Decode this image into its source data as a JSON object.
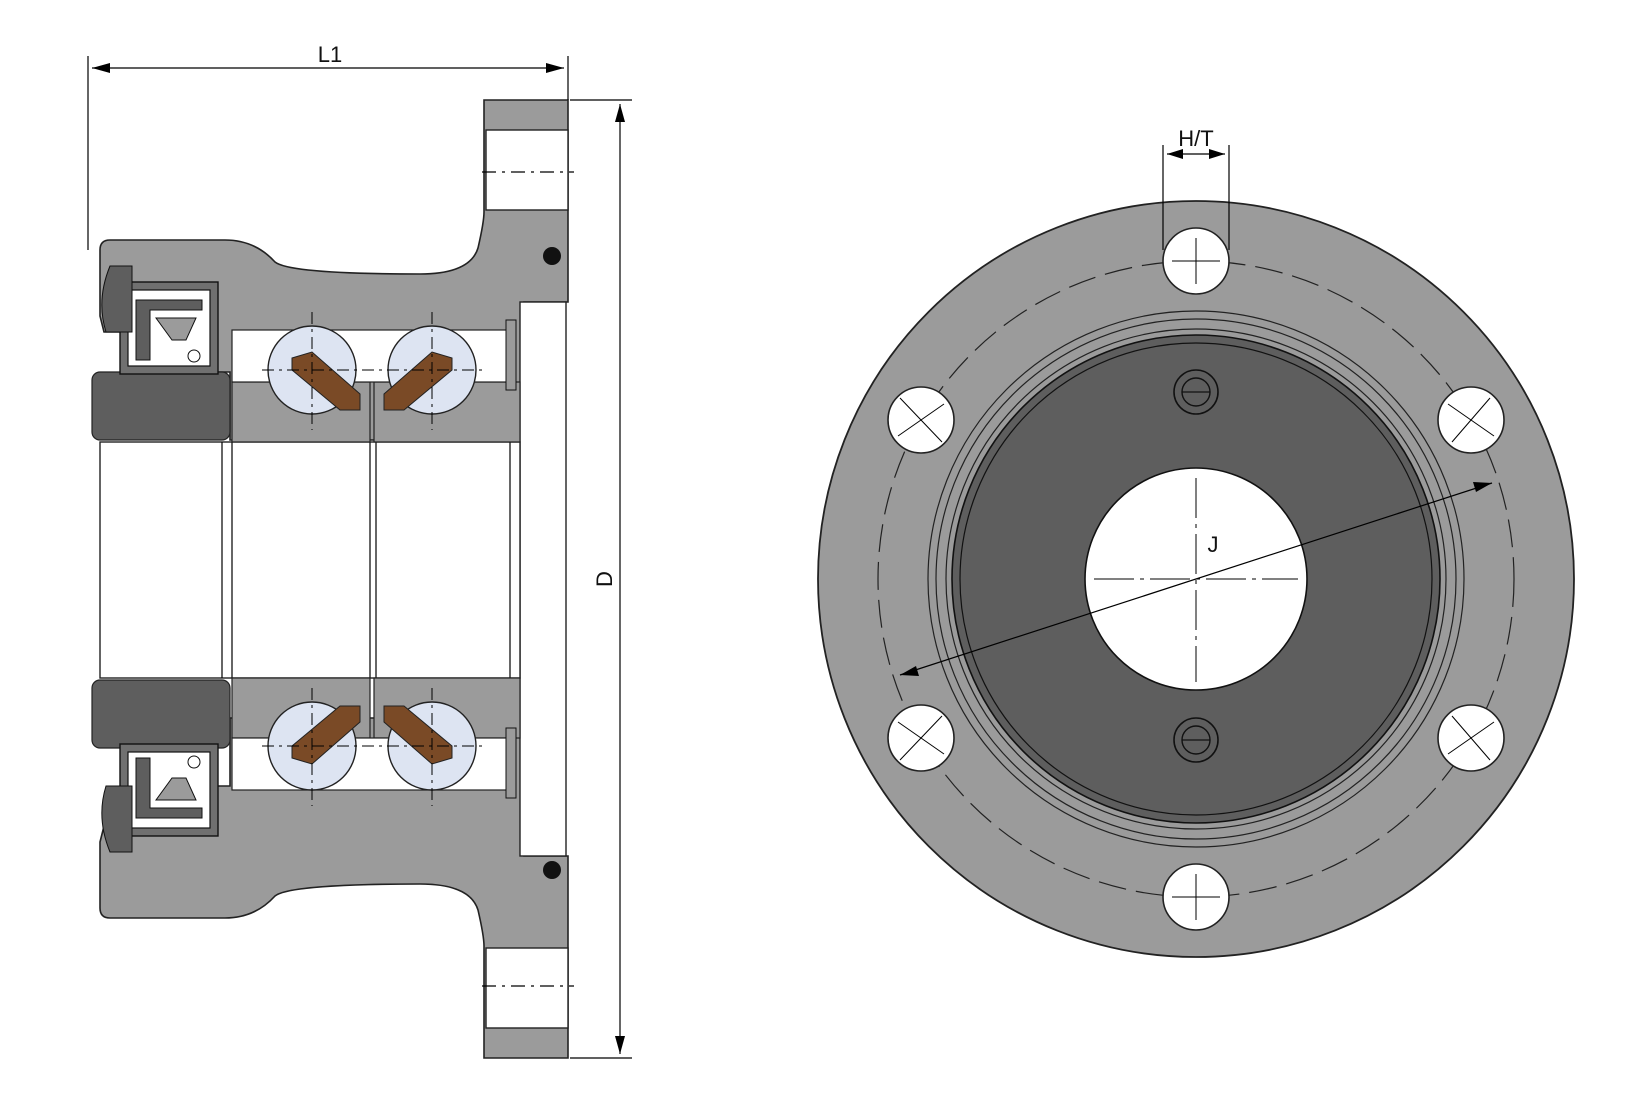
{
  "labels": {
    "length": "L1",
    "diameter": "D",
    "hole": "H/T",
    "pitch_circle": "J"
  },
  "colors": {
    "housing": "#9b9b9b",
    "dark_ring": "#5e5e5e",
    "seal_dark": "#707070",
    "cage": "#7a4a26",
    "ball": "#dde4f2",
    "line": "#000000",
    "background": "#ffffff"
  }
}
